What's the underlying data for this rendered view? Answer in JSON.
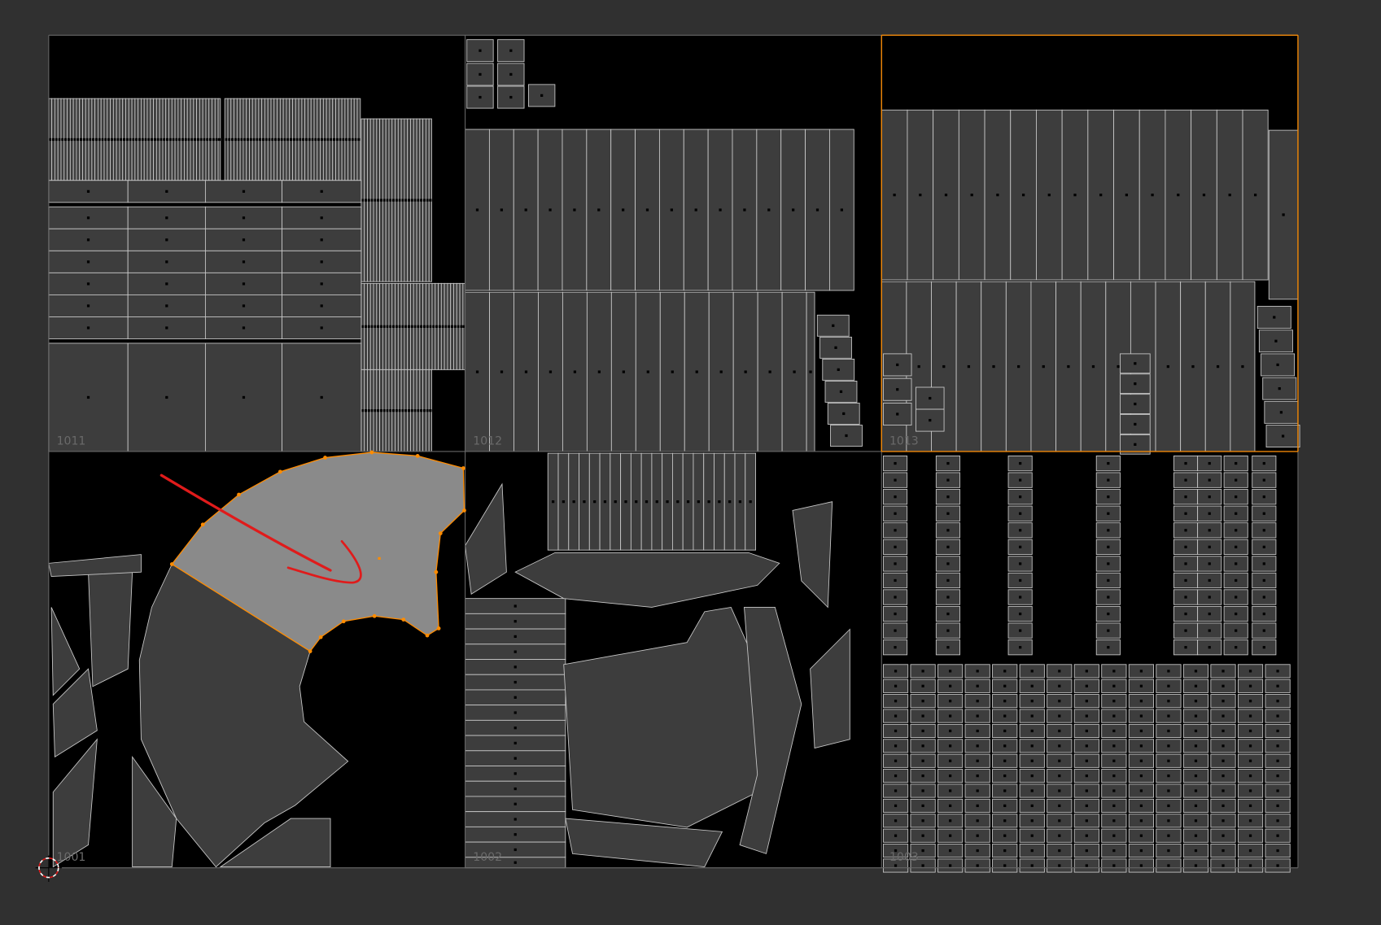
{
  "editor": {
    "type": "UV Editor",
    "background_color": "#303030",
    "grid_color": "#000000",
    "island_fill": "#3d3d3d",
    "selected_fill": "#8a8a8a",
    "selection_color": "#ff8c00",
    "annotation_color": "#e01b1b",
    "active_tile": "1013"
  },
  "tiles": [
    {
      "label": "1011"
    },
    {
      "label": "1012"
    },
    {
      "label": "1013"
    },
    {
      "label": "1001"
    },
    {
      "label": "1002"
    },
    {
      "label": "1003"
    }
  ],
  "cursor": {
    "icon": "2d-cursor-icon"
  }
}
